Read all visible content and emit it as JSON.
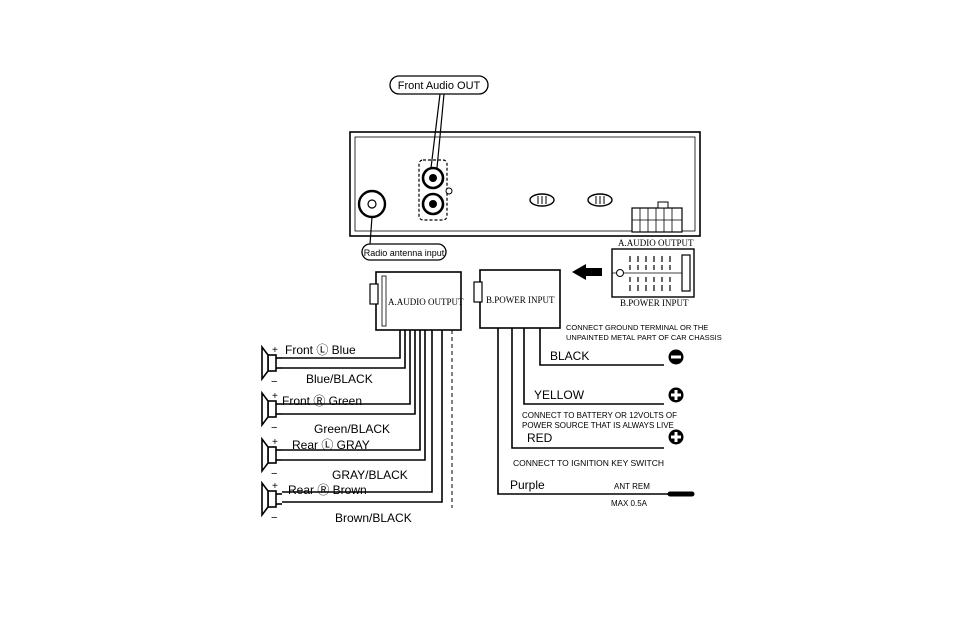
{
  "callouts": {
    "front_audio_out": "Front Audio OUT",
    "radio_antenna_input": "Radio antenna input"
  },
  "connectors": {
    "a_audio_output": "A.AUDIO OUTPUT",
    "b_power_input": "B.POWER INPUT",
    "pinout_top": "A.AUDIO OUTPUT",
    "pinout_bottom": "B.POWER INPUT"
  },
  "speakers": [
    {
      "plus_label": "Front Ⓛ Blue",
      "minus_label": "Blue/BLACK"
    },
    {
      "plus_label": "Front Ⓡ Green",
      "minus_label": "Green/BLACK"
    },
    {
      "plus_label": "Rear Ⓛ GRAY",
      "minus_label": "GRAY/BLACK"
    },
    {
      "plus_label": "Rear Ⓡ Brown",
      "minus_label": "Brown/BLACK"
    }
  ],
  "power": {
    "ground_note_1": "CONNECT GROUND TERMINAL OR THE",
    "ground_note_2": "UNPAINTED METAL PART OF CAR CHASSIS",
    "black": "BLACK",
    "yellow": "YELLOW",
    "battery_note_1": "CONNECT TO BATTERY OR 12VOLTS OF",
    "battery_note_2": "POWER SOURCE THAT IS ALWAYS LIVE",
    "red": "RED",
    "ignition_note": "CONNECT TO IGNITION KEY SWITCH",
    "purple": "Purple",
    "ant_rem": "ANT REM",
    "max_current": "MAX 0.5A"
  },
  "signs": {
    "plus": "+",
    "minus": "−"
  }
}
